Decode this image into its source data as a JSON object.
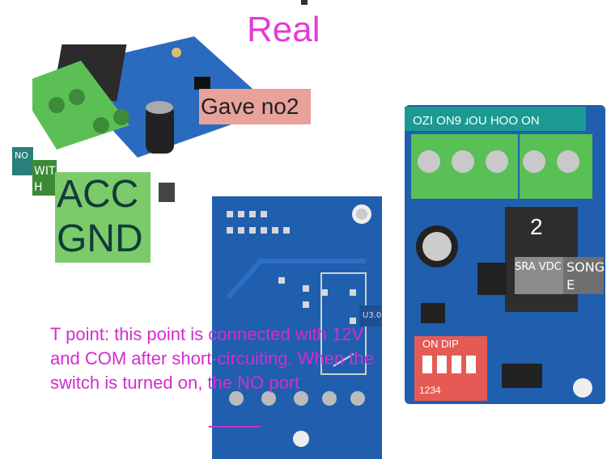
{
  "title": "Real",
  "labels": {
    "gave": "Gave no2",
    "no": "NO",
    "with": "WITH",
    "acc_gnd": "ACC GND",
    "u30": "U3.0",
    "right_title": "OZI ON9 ɹOU HOO ON",
    "digit": "2",
    "sra": "SRA VDC",
    "song": "SONG E",
    "on_dip": "ON DIP",
    "dip_numbers": "1234"
  },
  "description": "T point: this point is connected with 12V and COM after short-circuiting. When the switch is turned on, the NO port",
  "colors": {
    "title": "#e33bd7",
    "description": "#d62bd0",
    "pcb_blue": "#1f5fae",
    "terminal_green": "#4fbf53"
  }
}
